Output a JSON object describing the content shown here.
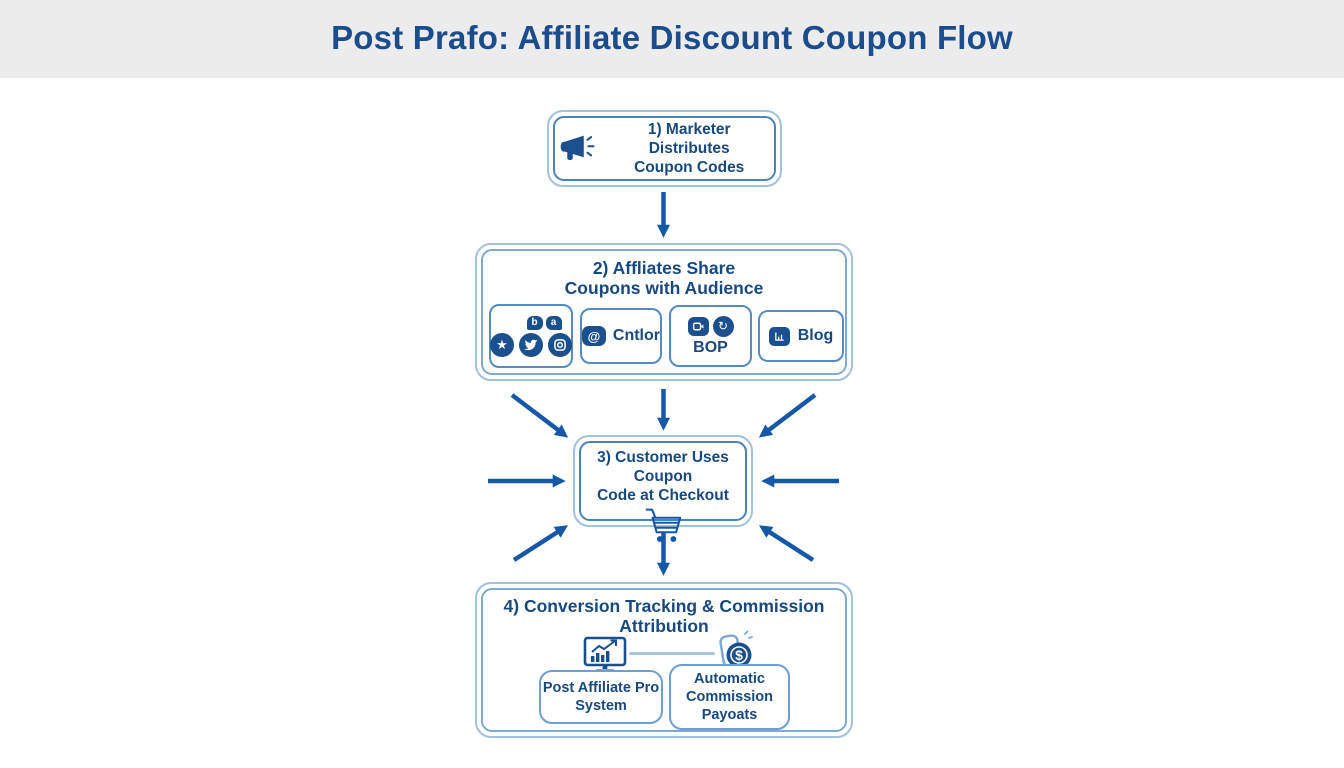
{
  "title": "Post Prafo: Affiliate Discount Coupon Flow",
  "colors": {
    "header_bg": "#ECECEC",
    "title_text": "#1B4D8C",
    "body_text": "#17497F",
    "arrow_blue": "#1558A7",
    "border_outer": "#A2C1DC",
    "border_inner": "#4A83B9",
    "icon_navy": "#1C4F8E"
  },
  "step1": {
    "line1": "1) Marketer Distributes",
    "line2": "Coupon Codes"
  },
  "step2": {
    "line1": "2) Affliates Share",
    "line2": "Coupons with Audience",
    "social": {
      "badge1": "b",
      "badge2": "a",
      "star_glyph": "★"
    },
    "cntlor": {
      "icon_glyph": "@",
      "label": "Cntlor"
    },
    "bop": {
      "refresh_glyph": "↻",
      "label": "BOP"
    },
    "blog": {
      "label": "Blog"
    }
  },
  "step3": {
    "line1": "3) Customer Uses Coupon",
    "line2": "Code at Checkout"
  },
  "step4": {
    "line1": "4) Conversion Tracking & Commission",
    "line2": "Attribution",
    "dollar_glyph": "$",
    "sub_left": {
      "line1": "Post Affiliate Pro",
      "line2": "System"
    },
    "sub_right": {
      "line1": "Automatic",
      "line2": "Commission",
      "line3": "Payoats"
    }
  }
}
